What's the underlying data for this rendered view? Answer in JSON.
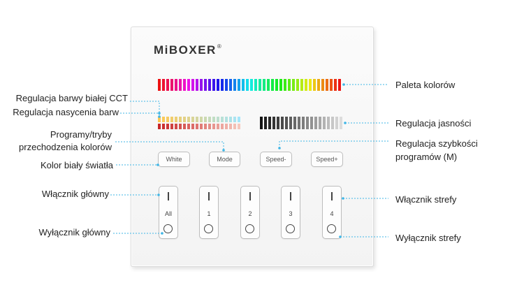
{
  "brand": {
    "logo": "MiBOXER",
    "trademark": "®"
  },
  "buttons": {
    "white": "White",
    "mode": "Mode",
    "speed_minus": "Speed-",
    "speed_plus": "Speed+"
  },
  "zones": [
    {
      "label": "All"
    },
    {
      "label": "1"
    },
    {
      "label": "2"
    },
    {
      "label": "3"
    },
    {
      "label": "4"
    }
  ],
  "annotations_left": {
    "cct": "Regulacja barwy białej CCT",
    "saturation": "Regulacja nasycenia barw",
    "programs_line1": "Programy/tryby",
    "programs_line2": "przechodzenia kolorów",
    "white_light": "Kolor biały światła",
    "main_on": "Włącznik główny",
    "main_off": "Wyłącznik główny"
  },
  "annotations_right": {
    "palette": "Paleta kolorów",
    "brightness": "Regulacja jasności",
    "speed_line1": "Regulacja szybkości",
    "speed_line2": "programów (M)",
    "zone_on": "Włącznik strefy",
    "zone_off": "Wyłącznik strefy"
  },
  "colors": {
    "leader_line": "#3fb6e6",
    "panel_border": "#dcdcdc"
  }
}
